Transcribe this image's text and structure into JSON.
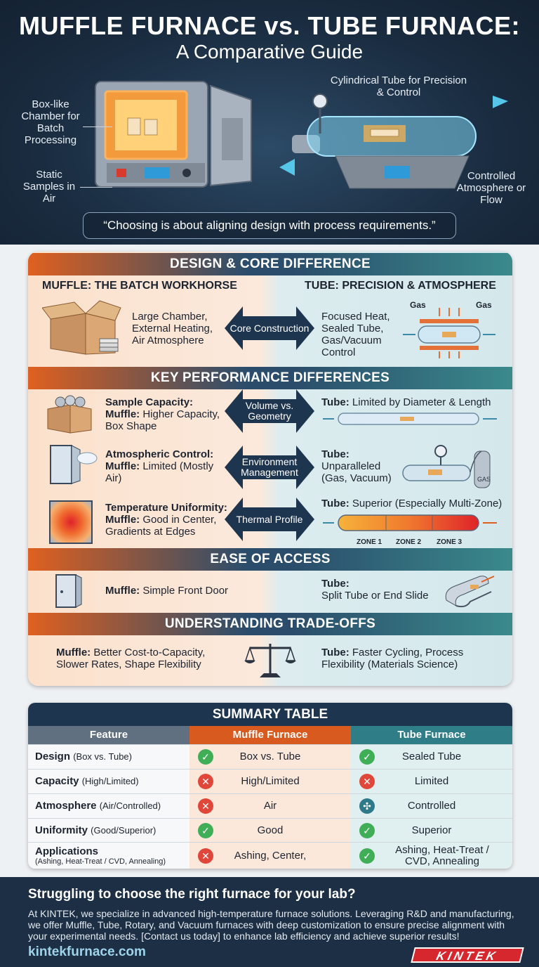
{
  "header": {
    "title": "MUFFLE FURNACE vs. TUBE FURNACE:",
    "subtitle": "A Comparative Guide",
    "label_box_chamber": "Box-like Chamber for Batch Processing",
    "label_static": "Static Samples in Air",
    "label_cylindrical": "Cylindrical Tube for Precision & Control",
    "label_controlled": "Controlled Atmosphere or Flow",
    "quote": "“Choosing is about aligning design with process requirements.”"
  },
  "design": {
    "band": "DESIGN & CORE DIFFERENCE",
    "muffle_heading": "MUFFLE: THE BATCH WORKHORSE",
    "tube_heading": "TUBE: PRECISION & ATMOSPHERE",
    "muffle_text": "Large Chamber, External Heating, Air Atmosphere",
    "core_label": "Core Construction",
    "tube_text": "Focused Heat, Sealed Tube, Gas/Vacuum Control",
    "gas_left": "Gas",
    "gas_right": "Gas"
  },
  "performance": {
    "band": "KEY PERFORMANCE DIFFERENCES",
    "capacity_title": "Sample Capacity:",
    "capacity_muffle_label": "Muffle:",
    "capacity_muffle_text": "Higher Capacity, Box Shape",
    "capacity_arrow": "Volume vs. Geometry",
    "capacity_tube_label": "Tube:",
    "capacity_tube_text": "Limited by Diameter & Length",
    "atmo_title": "Atmospheric Control:",
    "atmo_muffle_label": "Muffle:",
    "atmo_muffle_text": "Limited (Mostly Air)",
    "atmo_arrow": "Environment Management",
    "atmo_tube_label": "Tube:",
    "atmo_tube_text": "Unparalleled (Gas, Vacuum)",
    "gas_tank_label": "GAS",
    "temp_title": "Temperature Uniformity:",
    "temp_muffle_label": "Muffle:",
    "temp_muffle_text": "Good in Center, Gradients at Edges",
    "temp_arrow": "Thermal Profile",
    "temp_tube_label": "Tube:",
    "temp_tube_text": "Superior (Especially Multi-Zone)",
    "zone1": "ZONE 1",
    "zone2": "ZONE 2",
    "zone3": "ZONE 3"
  },
  "access": {
    "band": "EASE OF ACCESS",
    "muffle_label": "Muffle:",
    "muffle_text": "Simple Front Door",
    "tube_label": "Tube:",
    "tube_text": "Split Tube or End Slide"
  },
  "tradeoffs": {
    "band": "UNDERSTANDING TRADE-OFFS",
    "muffle_label": "Muffle:",
    "muffle_text": "Better Cost-to-Capacity, Slower Rates, Shape Flexibility",
    "tube_label": "Tube:",
    "tube_text": "Faster Cycling, Process Flexibility (Materials Science)"
  },
  "summary": {
    "title": "SUMMARY TABLE",
    "headers": [
      "Feature",
      "Muffle Furnace",
      "Tube Furnace"
    ],
    "rows": [
      {
        "feature": "Design",
        "hint": "(Box vs. Tube)",
        "muffle": "Box vs. Tube",
        "muffle_mark": "check",
        "tube": "Sealed Tube",
        "tube_mark": "check"
      },
      {
        "feature": "Capacity",
        "hint": "(High/Limited)",
        "muffle": "High/Limited",
        "muffle_mark": "cross",
        "tube": "Limited",
        "tube_mark": "cross"
      },
      {
        "feature": "Atmosphere",
        "hint": "(Air/Controlled)",
        "muffle": "Air",
        "muffle_mark": "cross",
        "tube": "Controlled",
        "tube_mark": "fan"
      },
      {
        "feature": "Uniformity",
        "hint": "(Good/Superior)",
        "muffle": "Good",
        "muffle_mark": "check",
        "tube": "Superior",
        "tube_mark": "check"
      },
      {
        "feature": "Applications",
        "hint": "(Ashing, Heat-Treat / CVD, Annealing)",
        "muffle": "Ashing, Center,",
        "muffle_mark": "cross",
        "tube": "Ashing, Heat-Treat / CVD, Annealing",
        "tube_mark": "check"
      }
    ],
    "glyphs": {
      "check": "✓",
      "cross": "✕",
      "fan": "✣"
    }
  },
  "footer": {
    "question": "Struggling to choose the right furnace for your lab?",
    "paragraph": "At KINTEK, we specialize in advanced high-temperature furnace solutions. Leveraging R&D and manufacturing, we offer Muffle, Tube, Rotary, and Vacuum furnaces with deep customization to ensure precise alignment with your experimental needs. [Contact us today] to enhance lab efficiency and achieve superior results!",
    "url": "kintekfurnace.com",
    "logo": "KINTEK"
  },
  "colors": {
    "muffle_orange": "#e0601f",
    "tube_teal": "#3a8a8c",
    "navy": "#1e3550",
    "check_green": "#3fae56",
    "cross_red": "#e0463a"
  }
}
